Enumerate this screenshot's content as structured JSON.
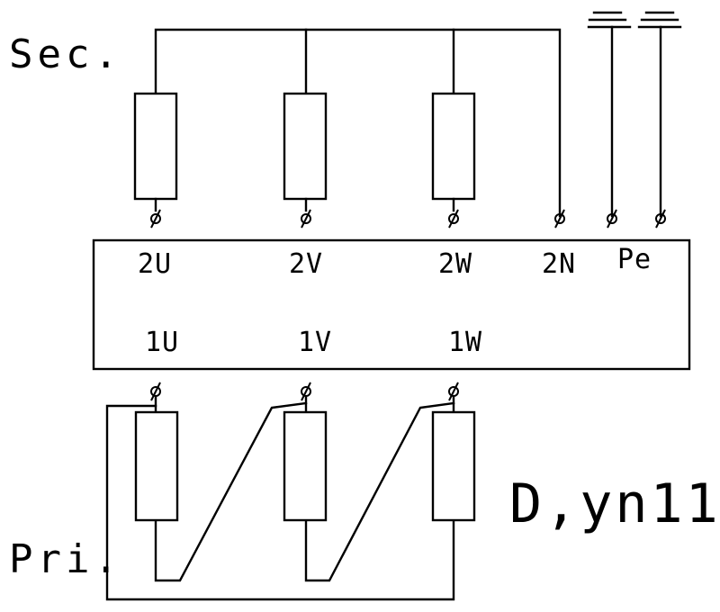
{
  "labels": {
    "secondary": "Sec.",
    "primary": "Pri.",
    "vector_group": "D,yn11"
  },
  "terminals": {
    "secondary": [
      "2U",
      "2V",
      "2W",
      "2N",
      "Pe"
    ],
    "primary": [
      "1U",
      "1V",
      "1W"
    ]
  }
}
